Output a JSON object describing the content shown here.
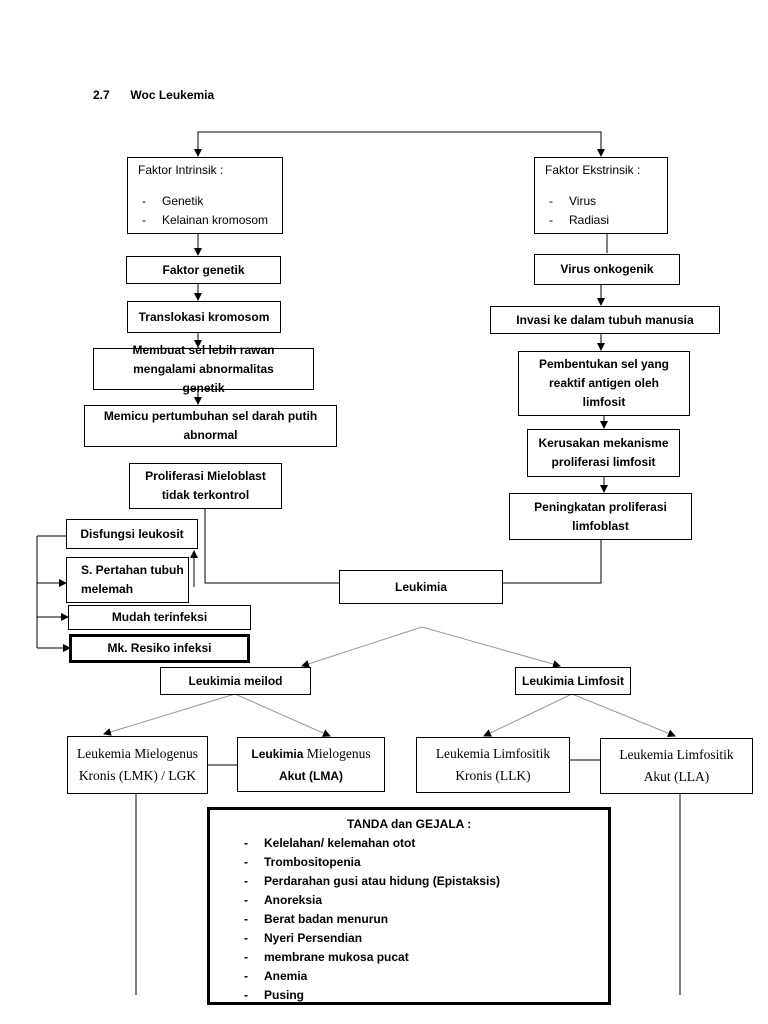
{
  "heading": {
    "number": "2.7",
    "title": "Woc Leukemia"
  },
  "intrinsic": {
    "title": "Faktor Intrinsik :",
    "items": [
      "Genetik",
      "Kelainan kromosom"
    ]
  },
  "extrinsic": {
    "title": "Faktor Ekstrinsik :",
    "items": [
      "Virus",
      "Radiasi"
    ]
  },
  "left_chain": [
    "Faktor genetik",
    "Translokasi kromosom",
    "Membuat sel lebih rawan mengalami abnormalitas genetik",
    "Memicu pertumbuhan sel darah putih abnormal",
    "Proliferasi Mieloblast tidak terkontrol"
  ],
  "right_chain": [
    "Virus onkogenik",
    "Invasi ke dalam tubuh manusia",
    "Pembentukan sel yang reaktif antigen oleh limfosit",
    "Kerusakan mekanisme proliferasi limfosit",
    "Peningkatan proliferasi limfoblast"
  ],
  "effects": [
    "Disfungsi leukosit",
    "S. Pertahan tubuh melemah",
    "Mudah terinfeksi",
    "Mk. Resiko infeksi"
  ],
  "center": "Leukimia",
  "branches": {
    "left": "Leukimia meilod",
    "right": "Leukimia Limfosit"
  },
  "types": {
    "lmk": "Leukemia Mielogenus Kronis (LMK) / LGK",
    "lma_bold": "Leukimia",
    "lma_rest": "Mielogenus",
    "lma_tail": "Akut (LMA)",
    "llk": "Leukemia Limfositik Kronis (LLK)",
    "lla": "Leukemia Limfositik Akut (LLA)"
  },
  "symptoms": {
    "title": "TANDA dan GEJALA :",
    "items": [
      "Kelelahan/ kelemahan otot",
      "Trombositopenia",
      "Perdarahan gusi atau hidung (Epistaksis)",
      "Anoreksia",
      "Berat badan menurun",
      "Nyeri Persendian",
      "membrane mukosa pucat",
      "Anemia",
      "Pusing"
    ]
  }
}
